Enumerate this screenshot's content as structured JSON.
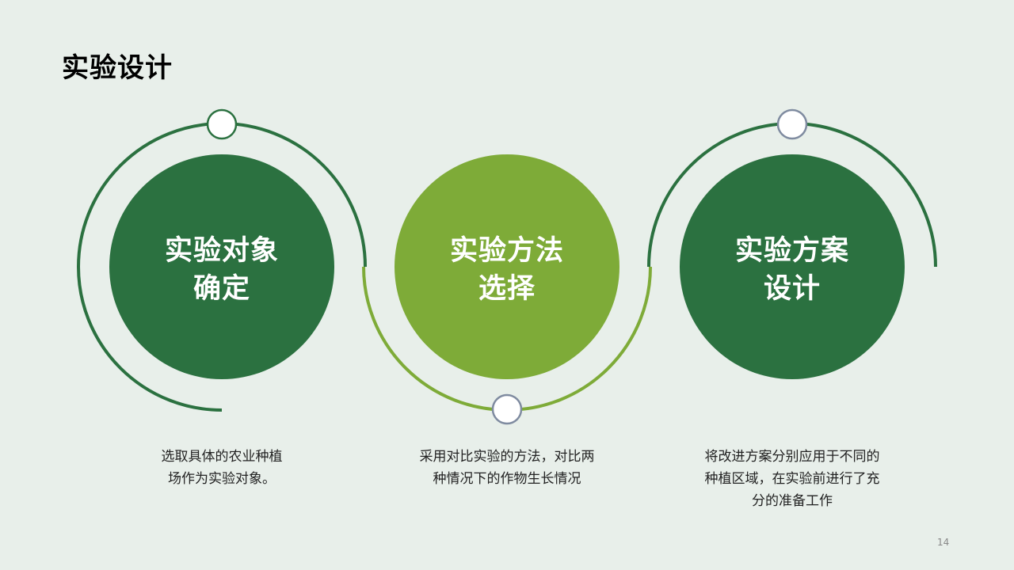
{
  "page": {
    "title": "实验设计",
    "page_number": "14",
    "background": "#e8efea"
  },
  "colors": {
    "dark_green": "#2b7140",
    "light_green": "#7eab38",
    "node_border_green": "#2b7140",
    "node_border_gray": "#7f8ba0",
    "node_fill": "#ffffff"
  },
  "steps": [
    {
      "title_line1": "实验对象",
      "title_line2": "确定",
      "description_line1": "选取具体的农业种植",
      "description_line2": "场作为实验对象。",
      "fill": "#2b7140"
    },
    {
      "title_line1": "实验方法",
      "title_line2": "选择",
      "description_line1": "采用对比实验的方法，对比两",
      "description_line2": "种情况下的作物生长情况",
      "fill": "#7eab38"
    },
    {
      "title_line1": "实验方案",
      "title_line2": "设计",
      "description_line1": "将改进方案分别应用于不同的",
      "description_line2": "种植区域，在实验前进行了充",
      "description_line3": "分的准备工作",
      "fill": "#2b7140"
    }
  ]
}
